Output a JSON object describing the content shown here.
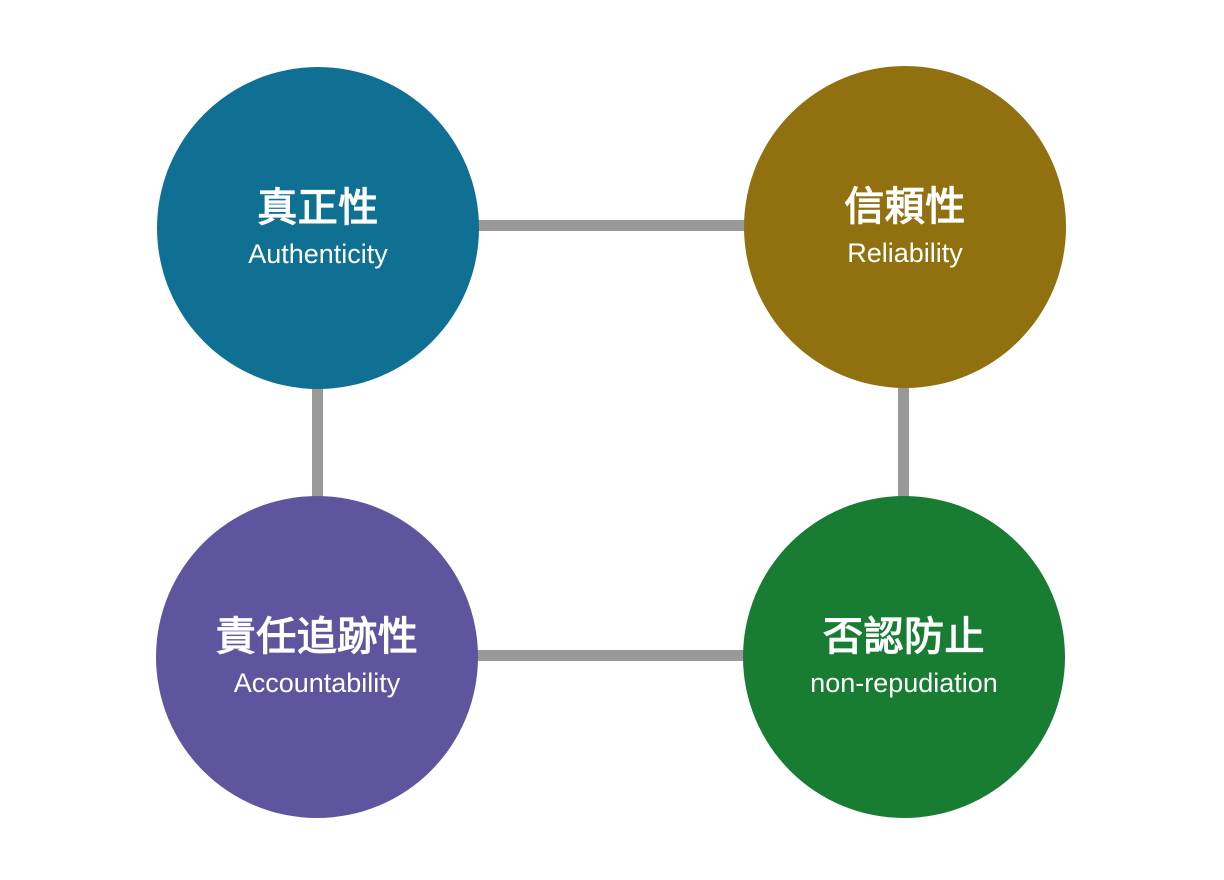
{
  "diagram": {
    "background": "#ffffff",
    "connector_color": "#999999",
    "nodes": [
      {
        "id": "authenticity",
        "jp": "真正性",
        "en": "Authenticity",
        "color": "#0F7093",
        "position": "top-left"
      },
      {
        "id": "reliability",
        "jp": "信頼性",
        "en": "Reliability",
        "color": "#91700F",
        "position": "top-right"
      },
      {
        "id": "accountability",
        "jp": "責任追跡性",
        "en": "Accountability",
        "color": "#5F559E",
        "position": "bottom-left"
      },
      {
        "id": "non-repudiation",
        "jp": "否認防止",
        "en": "non-repudiation",
        "color": "#187D33",
        "position": "bottom-right"
      }
    ],
    "connections": [
      [
        "authenticity",
        "reliability"
      ],
      [
        "accountability",
        "non-repudiation"
      ],
      [
        "authenticity",
        "accountability"
      ],
      [
        "reliability",
        "non-repudiation"
      ]
    ]
  }
}
